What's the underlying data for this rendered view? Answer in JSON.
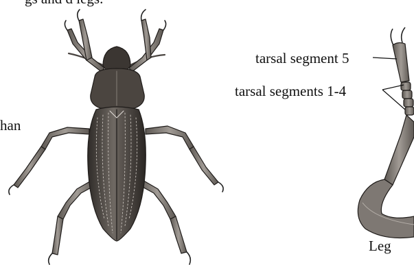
{
  "labels": {
    "top_fragment": "gs and     d legs.",
    "side_fragment": "han",
    "tarsal_segment_5": "tarsal segment 5",
    "tarsal_segments_1_4": "tarsal segments 1-4",
    "leg": "Leg"
  },
  "colors": {
    "body_dark": "#3f3a36",
    "body_mid": "#6e6862",
    "leg_gray": "#8a8580",
    "outline": "#1a1a1a"
  }
}
